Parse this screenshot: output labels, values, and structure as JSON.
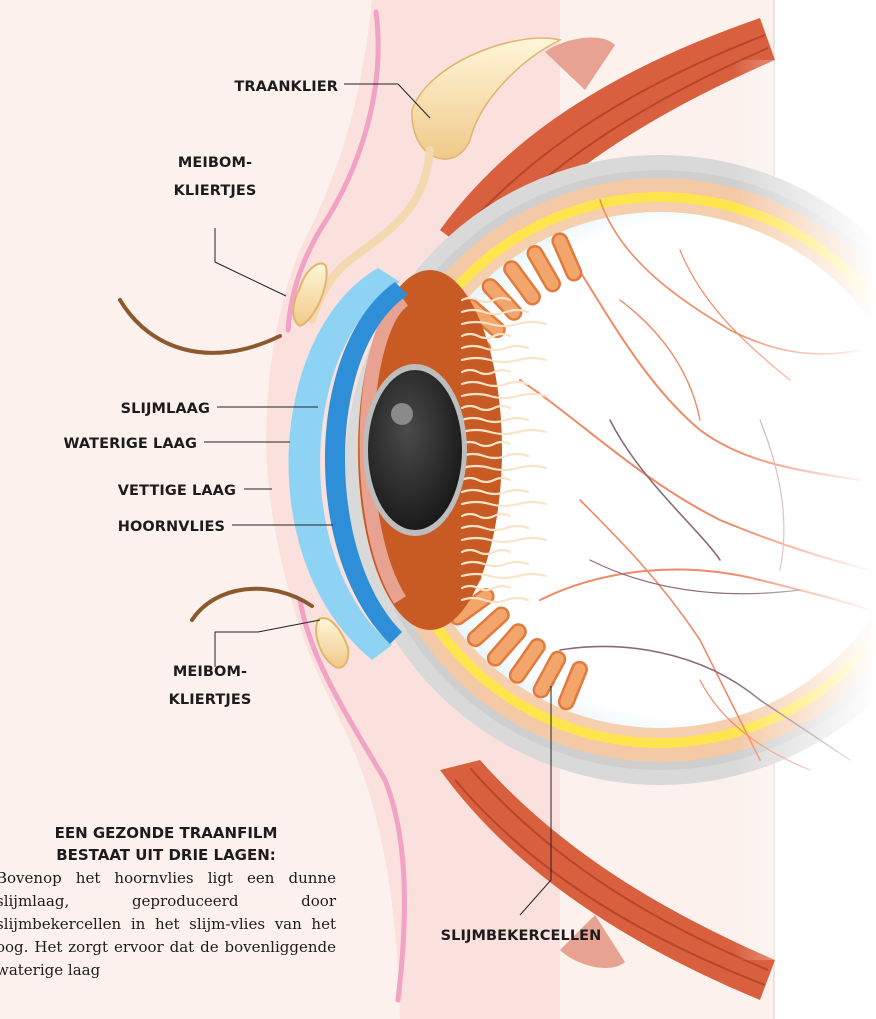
{
  "labels": {
    "traanklier": "TRAANKLIER",
    "meibom_top_1": "MEIBOM-",
    "meibom_top_2": "KLIERTJES",
    "slijmlaag": "SLIJMLAAG",
    "waterige_laag": "WATERIGE LAAG",
    "vettige_laag": "VETTIGE LAAG",
    "hoornvlies": "HOORNVLIES",
    "meibom_bottom_1": "MEIBOM-",
    "meibom_bottom_2": "KLIERTJES",
    "slijmbekercellen": "SLIJMBEKERCELLEN"
  },
  "intro": {
    "title_line1": "EEN GEZONDE TRAANFILM",
    "title_line2": "BESTAAT UIT DRIE LAGEN:",
    "body": "Bovenop het hoornvlies ligt een dunne slijmlaag, geproduceerd door slijmbekercellen in het slijm-vlies van het oog. Het zorgt ervoor dat de bovenliggende waterige laag"
  },
  "colors": {
    "panel": "#fcf1ec",
    "eyelid_pink": "#f2a2c4",
    "muscle": "#d9603f",
    "sclera": "#d9d9d9",
    "cornea_light": "#8fd3f4",
    "cornea_dark": "#2e8fd8",
    "iris": "#c85a24",
    "ciliary": "#f3a66b",
    "yellow_layer": "#ffe54d",
    "vessel": "#ef8a67"
  }
}
